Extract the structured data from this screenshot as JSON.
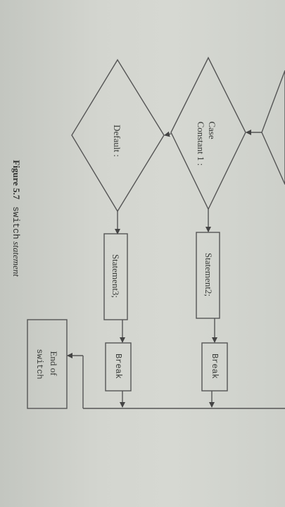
{
  "caption": {
    "figure": "Figure 5.7",
    "keyword": "switch",
    "text": "statement"
  },
  "diagram": {
    "case_label": "Case",
    "constant_label": "Constant 1 :",
    "default_label": "Default :",
    "statement2": "Statement2;",
    "statement3": "Statement3;",
    "break_label": "Break",
    "end_of": "End of",
    "switch_word": "switch"
  },
  "colors": {
    "paper": "#d3d5cf",
    "ink": "#555555"
  }
}
